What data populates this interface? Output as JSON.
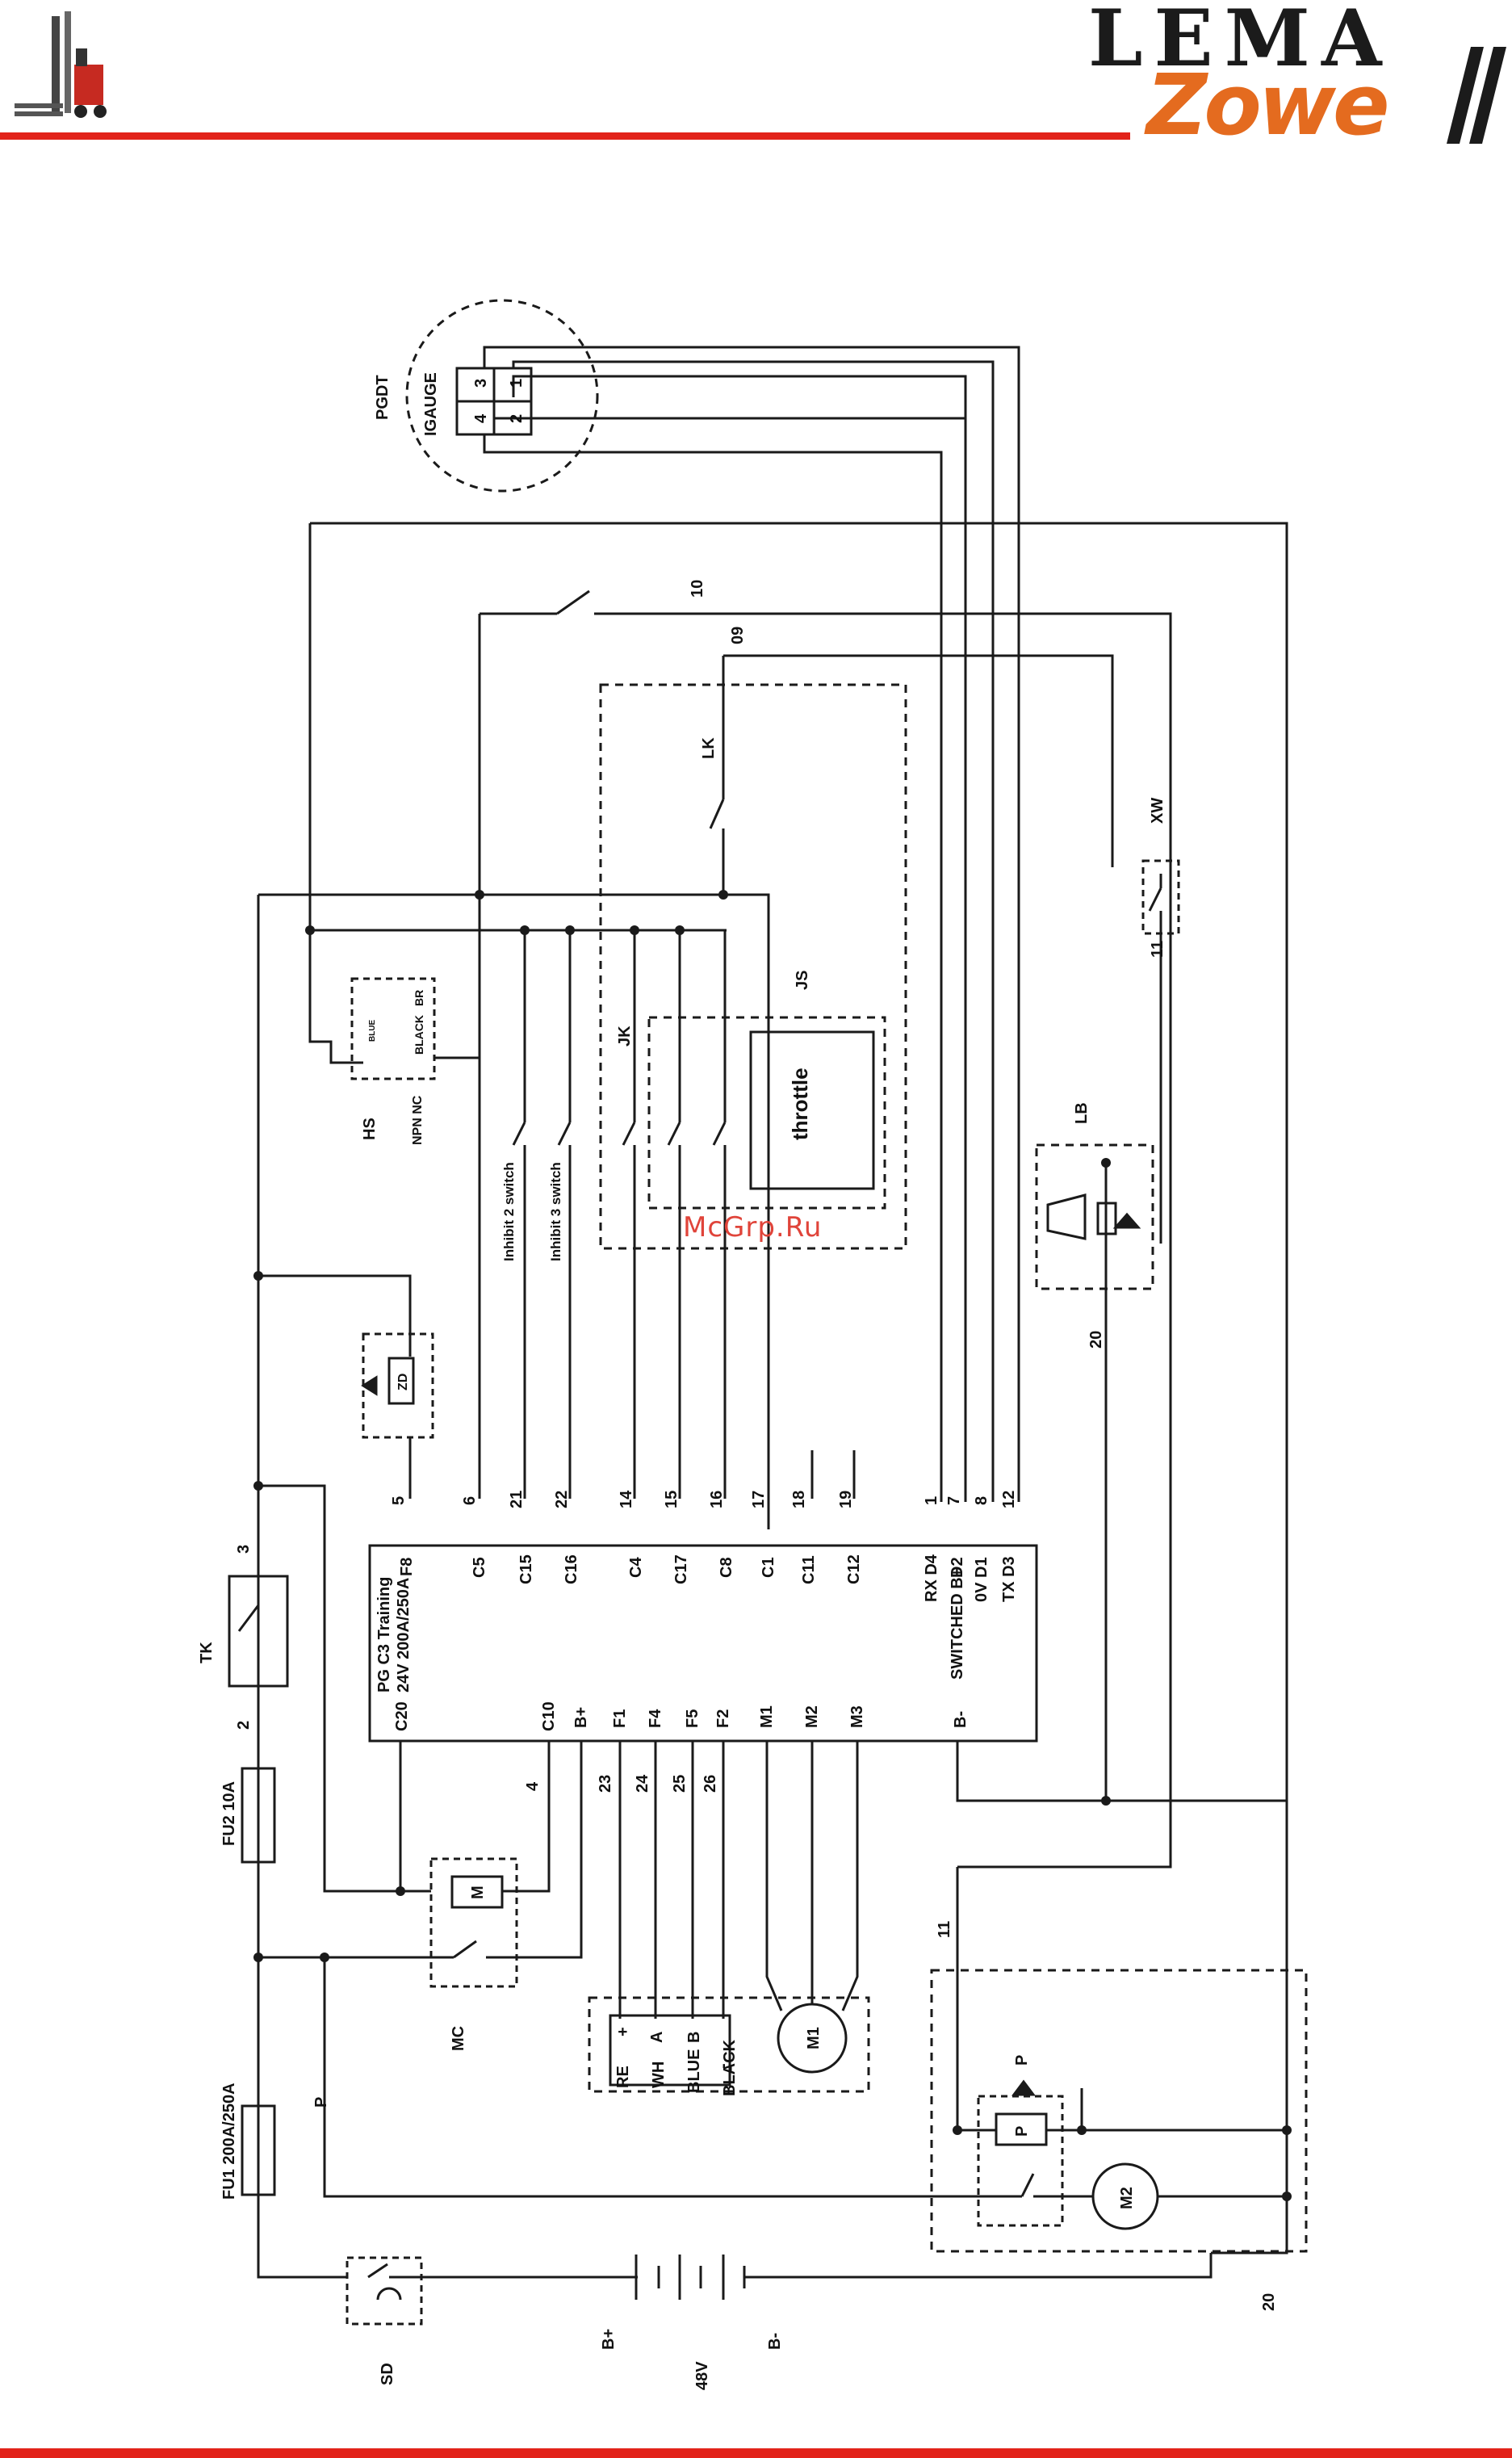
{
  "header": {
    "brand_top": "LEMA",
    "brand_bottom": "Zowe",
    "forklift_logo_icon": "forklift-icon",
    "brand_slash_icon": "double-slash-icon",
    "accent_color": "#e2231a",
    "brand_orange": "#e46b1f"
  },
  "watermark": "McGrp.Ru",
  "diagram": {
    "pgdt": {
      "label": "PGDT",
      "sub": "IGAUGE",
      "pins_top": [
        "3",
        "1"
      ],
      "pins_bot": [
        "4",
        "2"
      ]
    },
    "controller": {
      "title_1": "PG C3 Training",
      "title_2": "24V 200A/250A",
      "right_title": "SWITCHED B+",
      "top_pins": [
        "F8",
        "C5",
        "C15",
        "C16",
        "C4",
        "C17",
        "C8",
        "C1",
        "C11",
        "C12",
        "RX D4",
        "D2",
        "0V D1",
        "TX D3"
      ],
      "bottom_pins": [
        "C20",
        "C10",
        "B+",
        "F1",
        "F4",
        "F5",
        "F2",
        "M1",
        "M2",
        "M3",
        "B-"
      ]
    },
    "wire_top": [
      "5",
      "6",
      "21",
      "22",
      "14",
      "15",
      "16",
      "17",
      "18",
      "19",
      "1",
      "7",
      "8",
      "12"
    ],
    "wire_bot": [
      "4",
      "23",
      "24",
      "25",
      "26"
    ],
    "labels": {
      "hs": "HS",
      "hs_sub": "NPN NC",
      "hs_black": "BLACK",
      "hs_br": "BR",
      "hs_blue": "BLUE",
      "inhibit2": "Inhibit 2 switch",
      "inhibit3": "Inhibit 3 switch",
      "jk": "JK",
      "js": "JS",
      "throttle": "throttle",
      "lk": "LK",
      "xw": "XW",
      "lb": "LB",
      "tk": "TK",
      "fu2": "FU2 10A",
      "fu1": "FU1 200A/250A",
      "mc": "MC",
      "m_coil": "M",
      "m1": "M1",
      "m2": "M2",
      "p": "P",
      "sd": "SD",
      "bplus": "B+",
      "bminus": "B-",
      "v48": "48V",
      "zd": "ZD",
      "n10": "10",
      "n09": "09",
      "n11a": "11",
      "n11b": "11",
      "n20a": "20",
      "n20b": "20",
      "n3": "3",
      "n2": "2",
      "pwire": "P",
      "pdiode": "P"
    },
    "enc": {
      "pins_left": [
        "+",
        "A",
        "B",
        "-"
      ],
      "wires": [
        "RE",
        "WH",
        "BLUE",
        "BLACK"
      ]
    }
  }
}
